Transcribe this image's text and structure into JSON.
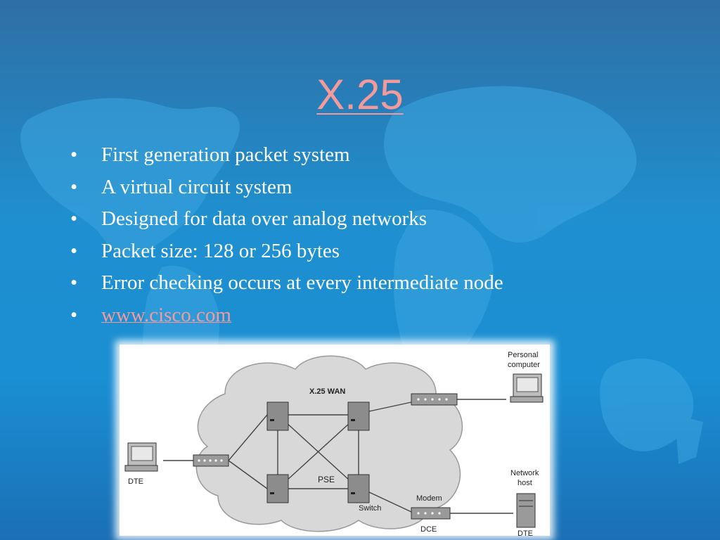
{
  "slide": {
    "title": "X.25",
    "bullets": [
      "First generation packet system",
      "A virtual circuit system",
      "Designed for data over analog networks",
      "Packet size: 128 or 256 bytes",
      "Error checking occurs at every intermediate node"
    ],
    "link_text": "www.cisco.com"
  },
  "diagram": {
    "wan_label": "X.25 WAN",
    "pse_label": "PSE",
    "switch_label": "Switch",
    "modem_label": "Modem",
    "dce_label": "DCE",
    "dte_label": "DTE",
    "pc_label_line1": "Personal",
    "pc_label_line2": "computer",
    "host_label_line1": "Network",
    "host_label_line2": "host",
    "host_dte_label": "DTE"
  },
  "colors": {
    "background": "#1f8fcf",
    "title": "#f59a9a",
    "bullet_text": "#ffffff",
    "link": "#f59a9a"
  }
}
